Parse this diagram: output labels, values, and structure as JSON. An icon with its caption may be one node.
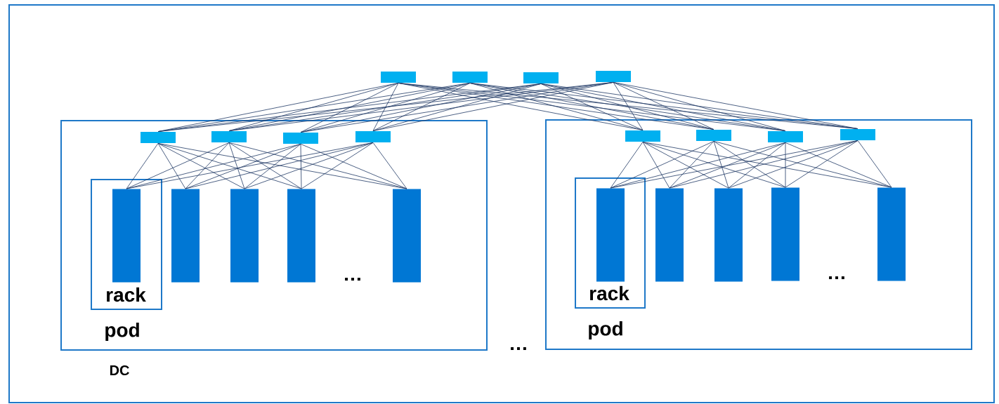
{
  "diagram": {
    "nodes": [
      {
        "text": [
          "DC"
        ]
      },
      {
        "text": [],
        "shape": "box",
        "in": 0
      },
      {
        "text": [],
        "shape": "box",
        "in": 0
      },
      {
        "text": [],
        "shape": "box",
        "in": 0
      },
      {
        "text": [],
        "shape": "box",
        "in": 0
      },
      {
        "text": [
          "pod"
        ],
        "in": 0
      },
      {
        "text": [
          "rack"
        ],
        "in": 5
      },
      {
        "text": [],
        "shape": "box",
        "in": 5
      },
      {
        "text": [],
        "shape": "box",
        "in": 5
      },
      {
        "text": [],
        "shape": "box",
        "in": 5
      },
      {
        "text": [],
        "shape": "box",
        "in": 5
      },
      {
        "text": [],
        "shape": "bar",
        "in": 6
      },
      {
        "text": [],
        "shape": "bar",
        "in": 5
      },
      {
        "text": [],
        "shape": "bar",
        "in": 5
      },
      {
        "text": [],
        "shape": "bar",
        "in": 5
      },
      {
        "text": [],
        "shape": "bar",
        "in": 5
      },
      {
        "text": [
          "pod"
        ],
        "in": 0
      },
      {
        "text": [
          "rack"
        ],
        "in": 16
      },
      {
        "text": [],
        "shape": "box",
        "in": 16
      },
      {
        "text": [],
        "shape": "box",
        "in": 16
      },
      {
        "text": [],
        "shape": "box",
        "in": 16
      },
      {
        "text": [],
        "shape": "box",
        "in": 16
      },
      {
        "text": [],
        "shape": "bar",
        "in": 17
      },
      {
        "text": [],
        "shape": "bar",
        "in": 16
      },
      {
        "text": [],
        "shape": "bar",
        "in": 16
      },
      {
        "text": [],
        "shape": "bar",
        "in": 16
      },
      {
        "text": [],
        "shape": "bar",
        "in": 16
      }
    ],
    "edges": [
      {
        "from": 1,
        "to": 7,
        "arrow": "none"
      },
      {
        "from": 1,
        "to": 8,
        "arrow": "none"
      },
      {
        "from": 1,
        "to": 9,
        "arrow": "none"
      },
      {
        "from": 1,
        "to": 10,
        "arrow": "none"
      },
      {
        "from": 1,
        "to": 18,
        "arrow": "none"
      },
      {
        "from": 1,
        "to": 19,
        "arrow": "none"
      },
      {
        "from": 1,
        "to": 20,
        "arrow": "none"
      },
      {
        "from": 1,
        "to": 21,
        "arrow": "none"
      },
      {
        "from": 2,
        "to": 7,
        "arrow": "none"
      },
      {
        "from": 2,
        "to": 8,
        "arrow": "none"
      },
      {
        "from": 2,
        "to": 9,
        "arrow": "none"
      },
      {
        "from": 2,
        "to": 10,
        "arrow": "none"
      },
      {
        "from": 2,
        "to": 18,
        "arrow": "none"
      },
      {
        "from": 2,
        "to": 19,
        "arrow": "none"
      },
      {
        "from": 2,
        "to": 20,
        "arrow": "none"
      },
      {
        "from": 2,
        "to": 21,
        "arrow": "none"
      },
      {
        "from": 3,
        "to": 7,
        "arrow": "none"
      },
      {
        "from": 3,
        "to": 8,
        "arrow": "none"
      },
      {
        "from": 3,
        "to": 9,
        "arrow": "none"
      },
      {
        "from": 3,
        "to": 10,
        "arrow": "none"
      },
      {
        "from": 3,
        "to": 18,
        "arrow": "none"
      },
      {
        "from": 3,
        "to": 19,
        "arrow": "none"
      },
      {
        "from": 3,
        "to": 20,
        "arrow": "none"
      },
      {
        "from": 3,
        "to": 21,
        "arrow": "none"
      },
      {
        "from": 4,
        "to": 7,
        "arrow": "none"
      },
      {
        "from": 4,
        "to": 8,
        "arrow": "none"
      },
      {
        "from": 4,
        "to": 9,
        "arrow": "none"
      },
      {
        "from": 4,
        "to": 10,
        "arrow": "none"
      },
      {
        "from": 4,
        "to": 18,
        "arrow": "none"
      },
      {
        "from": 4,
        "to": 19,
        "arrow": "none"
      },
      {
        "from": 4,
        "to": 20,
        "arrow": "none"
      },
      {
        "from": 4,
        "to": 21,
        "arrow": "none"
      },
      {
        "from": 7,
        "to": 11,
        "arrow": "none"
      },
      {
        "from": 7,
        "to": 12,
        "arrow": "none"
      },
      {
        "from": 7,
        "to": 13,
        "arrow": "none"
      },
      {
        "from": 7,
        "to": 14,
        "arrow": "none"
      },
      {
        "from": 7,
        "to": 15,
        "arrow": "none"
      },
      {
        "from": 8,
        "to": 11,
        "arrow": "none"
      },
      {
        "from": 8,
        "to": 12,
        "arrow": "none"
      },
      {
        "from": 8,
        "to": 13,
        "arrow": "none"
      },
      {
        "from": 8,
        "to": 14,
        "arrow": "none"
      },
      {
        "from": 8,
        "to": 15,
        "arrow": "none"
      },
      {
        "from": 9,
        "to": 11,
        "arrow": "none"
      },
      {
        "from": 9,
        "to": 12,
        "arrow": "none"
      },
      {
        "from": 9,
        "to": 13,
        "arrow": "none"
      },
      {
        "from": 9,
        "to": 14,
        "arrow": "none"
      },
      {
        "from": 9,
        "to": 15,
        "arrow": "none"
      },
      {
        "from": 10,
        "to": 11,
        "arrow": "none"
      },
      {
        "from": 10,
        "to": 12,
        "arrow": "none"
      },
      {
        "from": 10,
        "to": 13,
        "arrow": "none"
      },
      {
        "from": 10,
        "to": 14,
        "arrow": "none"
      },
      {
        "from": 10,
        "to": 15,
        "arrow": "none"
      },
      {
        "from": 18,
        "to": 22,
        "arrow": "none"
      },
      {
        "from": 18,
        "to": 23,
        "arrow": "none"
      },
      {
        "from": 18,
        "to": 24,
        "arrow": "none"
      },
      {
        "from": 18,
        "to": 25,
        "arrow": "none"
      },
      {
        "from": 18,
        "to": 26,
        "arrow": "none"
      },
      {
        "from": 19,
        "to": 22,
        "arrow": "none"
      },
      {
        "from": 19,
        "to": 23,
        "arrow": "none"
      },
      {
        "from": 19,
        "to": 24,
        "arrow": "none"
      },
      {
        "from": 19,
        "to": 25,
        "arrow": "none"
      },
      {
        "from": 19,
        "to": 26,
        "arrow": "none"
      },
      {
        "from": 20,
        "to": 22,
        "arrow": "none"
      },
      {
        "from": 20,
        "to": 23,
        "arrow": "none"
      },
      {
        "from": 20,
        "to": 24,
        "arrow": "none"
      },
      {
        "from": 20,
        "to": 25,
        "arrow": "none"
      },
      {
        "from": 20,
        "to": 26,
        "arrow": "none"
      },
      {
        "from": 21,
        "to": 22,
        "arrow": "none"
      },
      {
        "from": 21,
        "to": 23,
        "arrow": "none"
      },
      {
        "from": 21,
        "to": 24,
        "arrow": "none"
      },
      {
        "from": 21,
        "to": 25,
        "arrow": "none"
      },
      {
        "from": 21,
        "to": 26,
        "arrow": "none"
      }
    ],
    "labels": [
      "…",
      "…",
      "…"
    ]
  }
}
